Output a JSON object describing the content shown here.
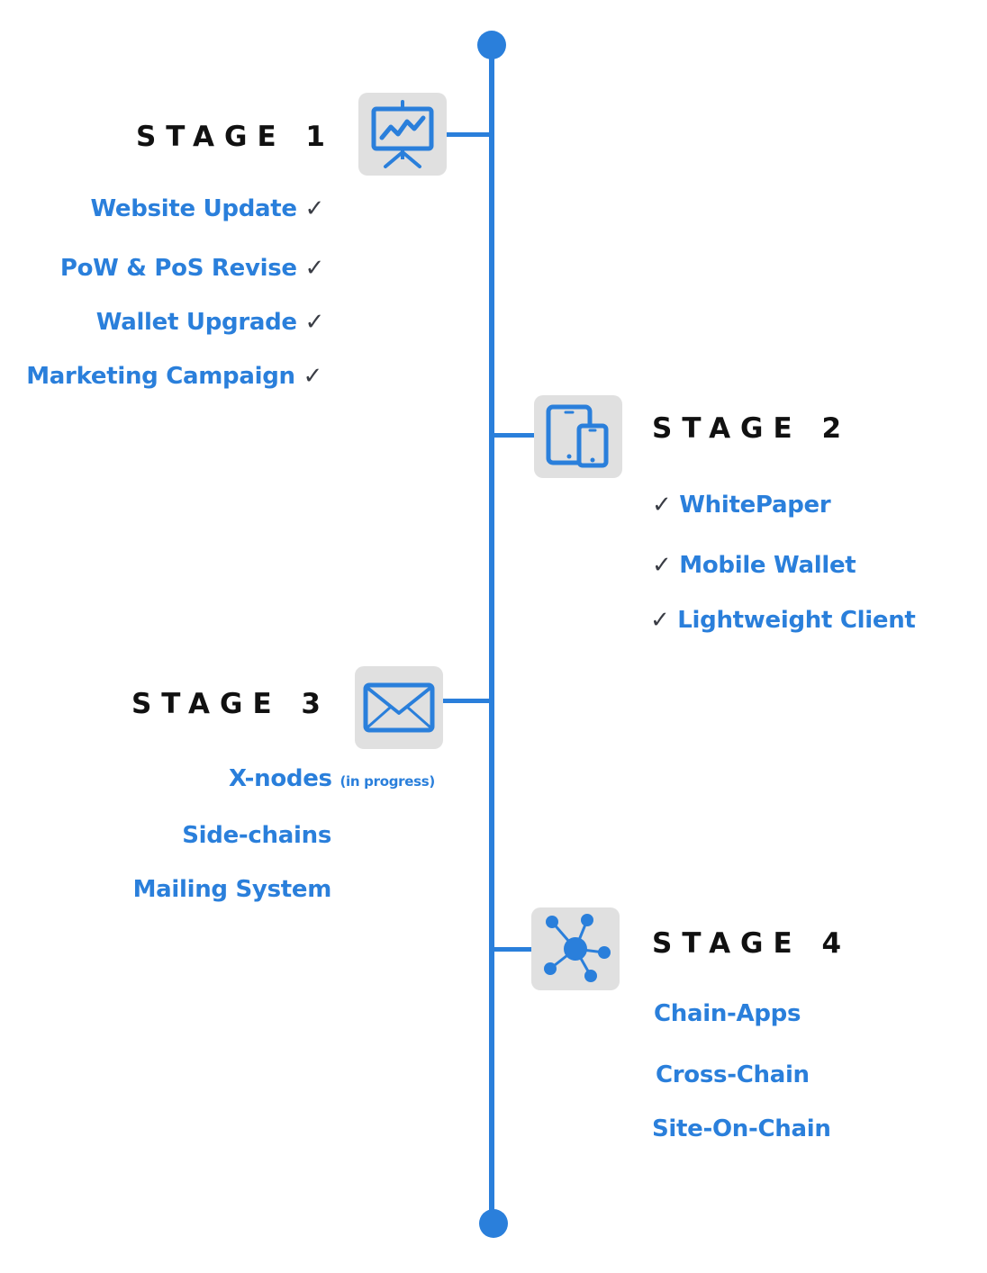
{
  "colors": {
    "accent": "#2a7fdb",
    "title": "#111111",
    "check": "#3a3d45",
    "icon_bg": "#e0e0e0"
  },
  "stages": [
    {
      "title": "STAGE 1",
      "icon": "presentation-chart-icon",
      "items": [
        {
          "label": "Website Update",
          "check": "✓"
        },
        {
          "label": "PoW & PoS Revise",
          "check": "✓"
        },
        {
          "label": "Wallet Upgrade",
          "check": "✓"
        },
        {
          "label": "Marketing Campaign",
          "check": "✓"
        }
      ]
    },
    {
      "title": "STAGE 2",
      "icon": "tablet-phone-icon",
      "items": [
        {
          "label": "WhitePaper",
          "check": "✓"
        },
        {
          "label": "Mobile Wallet",
          "check": "✓"
        },
        {
          "label": "Lightweight Client",
          "check": "✓"
        }
      ]
    },
    {
      "title": "STAGE 3",
      "icon": "envelope-icon",
      "items": [
        {
          "label": "X-nodes",
          "note": "(in progress)"
        },
        {
          "label": "Side-chains"
        },
        {
          "label": "Mailing System"
        }
      ]
    },
    {
      "title": "STAGE 4",
      "icon": "network-hub-icon",
      "items": [
        {
          "label": "Chain-Apps"
        },
        {
          "label": "Cross-Chain"
        },
        {
          "label": "Site-On-Chain"
        }
      ]
    }
  ]
}
